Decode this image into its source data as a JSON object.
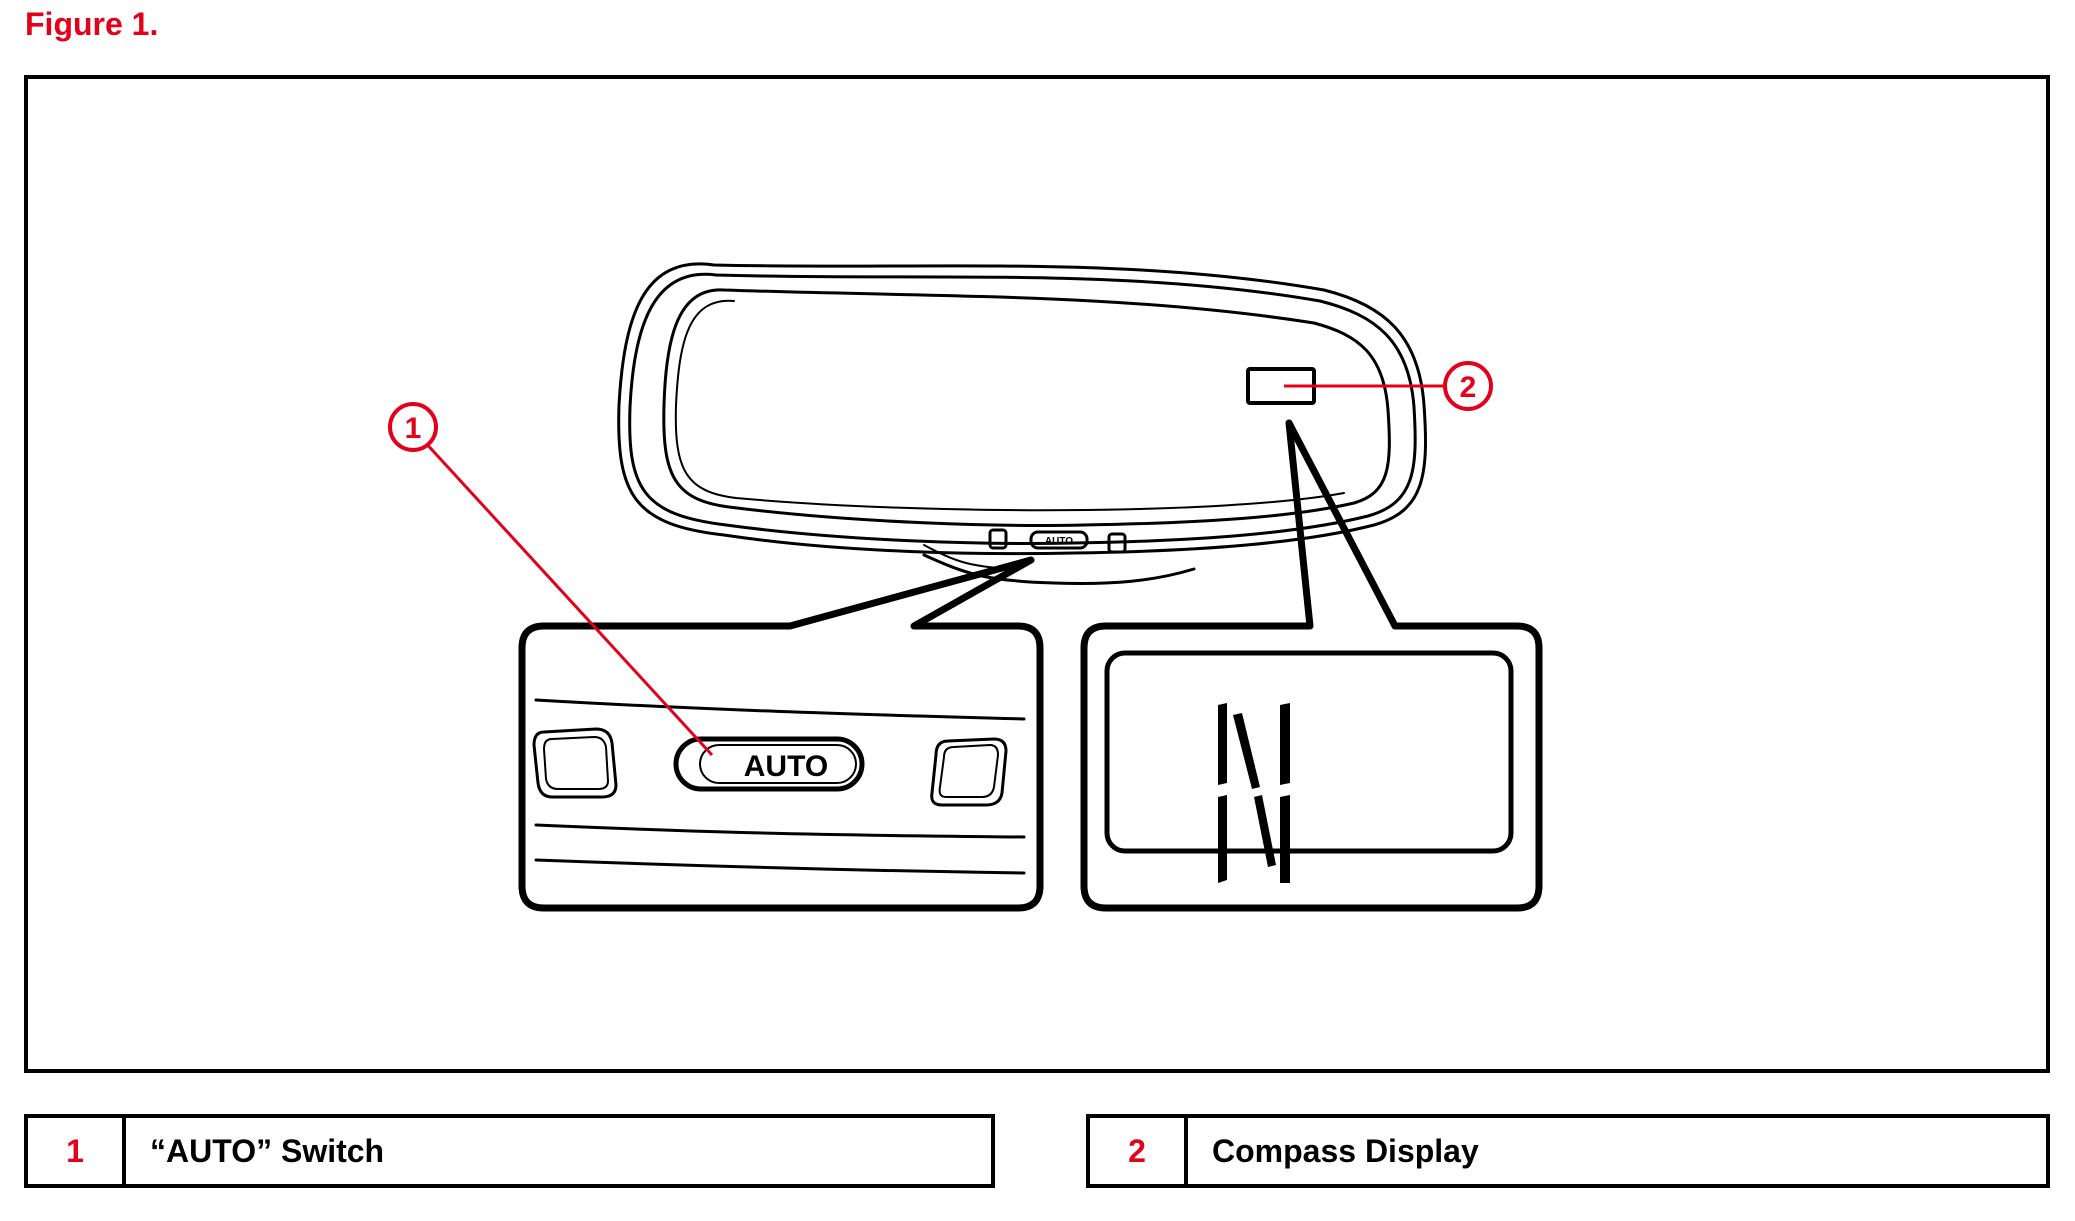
{
  "figure_title": "Figure 1.",
  "colors": {
    "accent": "#e2001a",
    "line": "#000000"
  },
  "diagram": {
    "switch_label_small": "AUTO",
    "switch_label_large": "AUTO",
    "compass_reading": "N",
    "callouts": [
      {
        "number": "1"
      },
      {
        "number": "2"
      }
    ]
  },
  "legend": [
    {
      "number": "1",
      "label": "“AUTO” Switch"
    },
    {
      "number": "2",
      "label": "Compass Display"
    }
  ]
}
